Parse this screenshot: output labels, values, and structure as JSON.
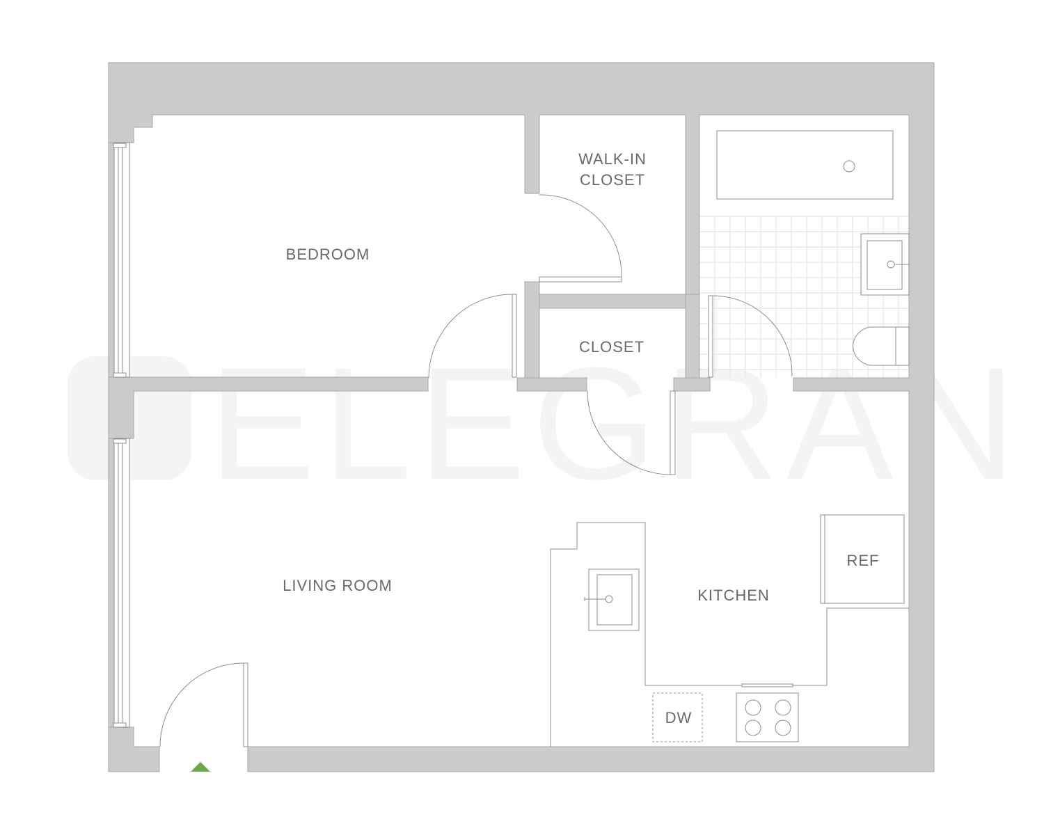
{
  "watermark": {
    "text": "ELEGRAN"
  },
  "rooms": {
    "bedroom": "BEDROOM",
    "walkin_line1": "WALK-IN",
    "walkin_line2": "CLOSET",
    "closet": "CLOSET",
    "living_room": "LIVING ROOM",
    "kitchen": "KITCHEN"
  },
  "appliances": {
    "ref": "REF",
    "dw": "DW"
  },
  "colors": {
    "wall": "#cccbcb",
    "entry_marker": "#6aa84f"
  }
}
